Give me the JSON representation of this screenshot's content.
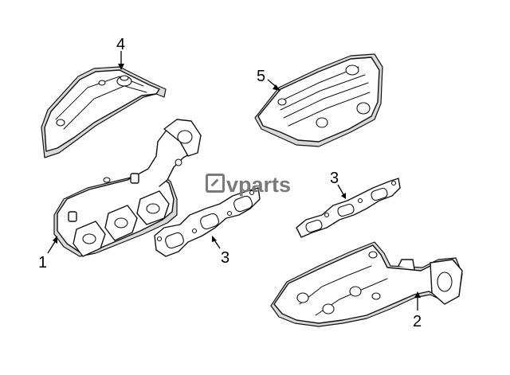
{
  "diagram": {
    "watermark": "vparts",
    "callouts": [
      {
        "id": "callout-1",
        "label": "1"
      },
      {
        "id": "callout-2",
        "label": "2"
      },
      {
        "id": "callout-3-left",
        "label": "3"
      },
      {
        "id": "callout-3-right",
        "label": "3"
      },
      {
        "id": "callout-4",
        "label": "4"
      },
      {
        "id": "callout-5",
        "label": "5"
      }
    ]
  }
}
